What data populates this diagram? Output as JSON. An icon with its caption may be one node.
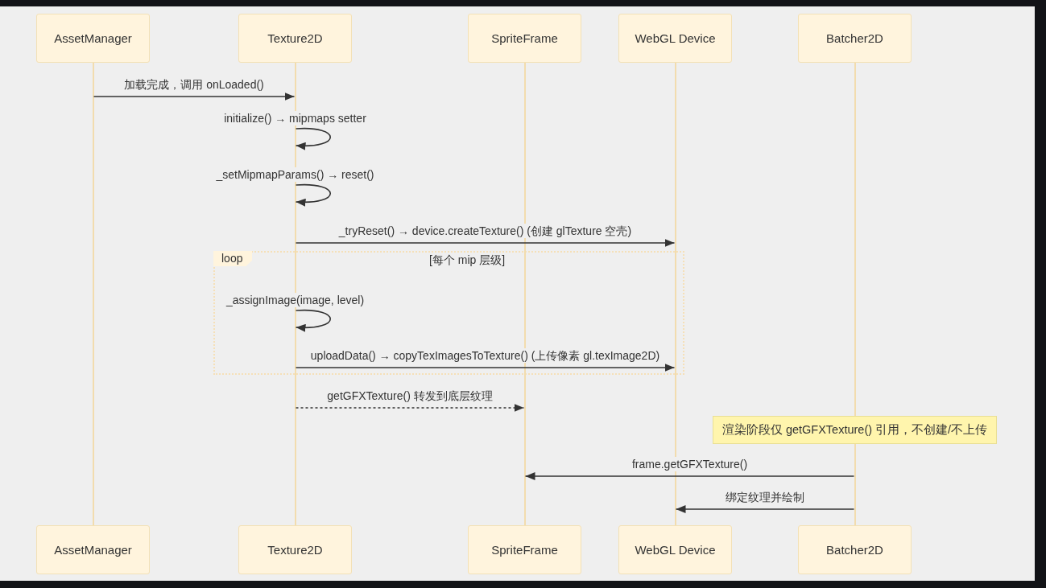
{
  "diagram": {
    "nodes": [
      {
        "text": [
          "AssetManager"
        ]
      },
      {
        "text": [
          "Texture2D"
        ]
      },
      {
        "text": [
          "SpriteFrame"
        ]
      },
      {
        "text": [
          "WebGL Device"
        ]
      },
      {
        "text": [
          "Batcher2D"
        ]
      },
      {
        "text": [],
        "shape": "line"
      },
      {
        "text": [],
        "shape": "line"
      },
      {
        "text": [],
        "shape": "line"
      },
      {
        "text": [],
        "shape": "line"
      },
      {
        "text": [],
        "shape": "line"
      },
      {
        "text": [],
        "shape": "line"
      },
      {
        "text": [
          "loop"
        ]
      },
      {
        "text": [
          "渲染阶段仅 getGFXTexture() 引用，不创建/不上传"
        ]
      },
      {
        "text": [
          "AssetManager"
        ]
      },
      {
        "text": [
          "Texture2D"
        ]
      },
      {
        "text": [
          "SpriteFrame"
        ]
      },
      {
        "text": [
          "WebGL Device"
        ]
      },
      {
        "text": [
          "Batcher2D"
        ]
      }
    ],
    "edges": [
      {
        "from": 5,
        "to": 6,
        "arrow": "to",
        "label": "加载完成，调用 onLoaded()"
      },
      {
        "from": 6,
        "to": 6,
        "arrow": "to",
        "label": "initialize() → mipmaps setter"
      },
      {
        "from": 6,
        "to": 6,
        "arrow": "to",
        "label": "_setMipmapParams() → reset()"
      },
      {
        "from": 6,
        "to": 8,
        "arrow": "to",
        "label": "_tryReset() → device.createTexture() (创建 glTexture 空壳)"
      },
      {
        "from": 6,
        "to": 6,
        "arrow": "to",
        "label": "_assignImage(image, level)"
      },
      {
        "from": 6,
        "to": 8,
        "arrow": "to",
        "label": "uploadData() → copyTexImagesToTexture() (上传像素 gl.texImage2D)"
      },
      {
        "from": 6,
        "to": 7,
        "arrow": "to",
        "label": "getGFXTexture() 转发到底层纹理",
        "style": "dashed"
      },
      {
        "from": 10,
        "to": 7,
        "arrow": "to",
        "label": "frame.getGFXTexture()"
      },
      {
        "from": 10,
        "to": 8,
        "arrow": "to",
        "label": "绑定纹理并绘制"
      }
    ],
    "labels": [
      "[每个 mip 层级]"
    ]
  }
}
